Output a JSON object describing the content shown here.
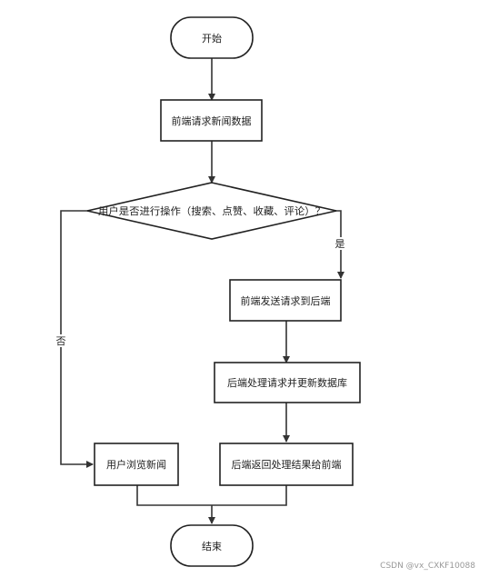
{
  "nodes": {
    "start": "开始",
    "fetch_news": "前端请求新闻数据",
    "decision": "用户是否进行操作（搜索、点赞、收藏、评论）？",
    "send_request": "前端发送请求到后端",
    "process_update": "后端处理请求并更新数据库",
    "return_result": "后端返回处理结果给前端",
    "browse_news": "用户浏览新闻",
    "end": "结束"
  },
  "edges": {
    "yes_label": "是",
    "no_label": "否"
  },
  "watermark": "CSDN @vx_CXKF10088"
}
